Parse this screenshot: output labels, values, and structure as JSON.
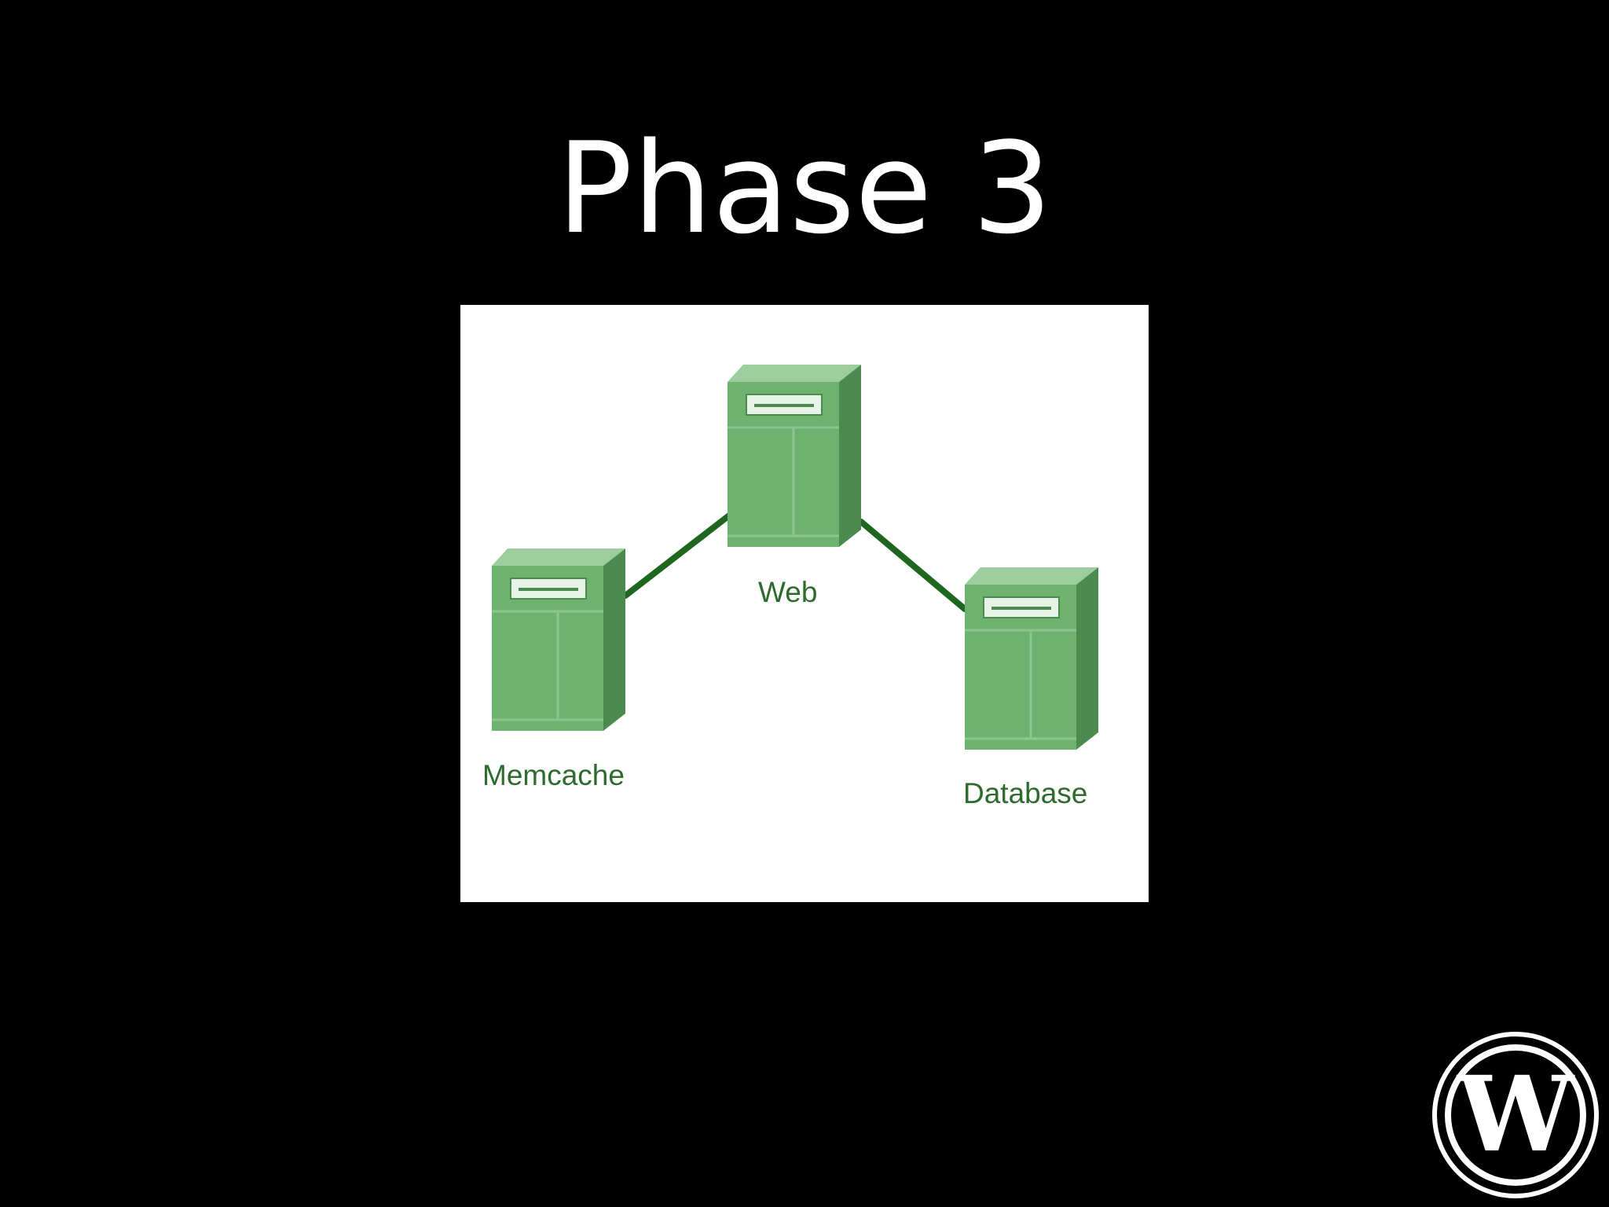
{
  "slide": {
    "title": "Phase 3"
  },
  "diagram": {
    "nodes": [
      {
        "id": "web",
        "label": "Web",
        "icon": "server-icon"
      },
      {
        "id": "memcache",
        "label": "Memcache",
        "icon": "server-icon"
      },
      {
        "id": "database",
        "label": "Database",
        "icon": "server-icon"
      }
    ],
    "edges": [
      {
        "from": "memcache",
        "to": "web"
      },
      {
        "from": "web",
        "to": "database"
      }
    ],
    "colors": {
      "server_front": "#6db36f",
      "server_top": "#9ccd9d",
      "server_side": "#4d8a4f",
      "connector": "#1f6621",
      "label": "#2d6b2f"
    }
  },
  "logo": {
    "icon": "wordpress-logo-icon",
    "lettering": "W"
  }
}
